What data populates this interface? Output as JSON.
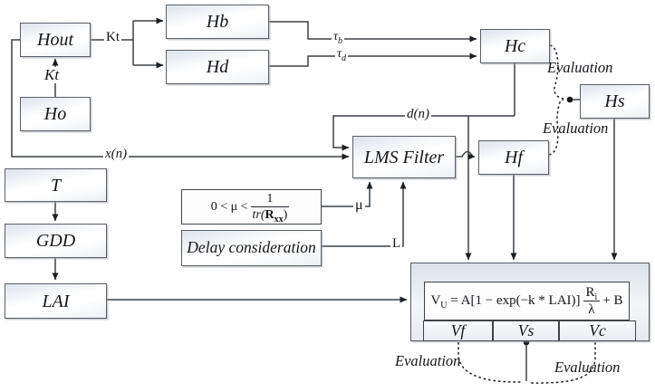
{
  "boxes": {
    "hout": "Hout",
    "ho": "Ho",
    "hb": "Hb",
    "hd": "Hd",
    "hc": "Hc",
    "hs": "Hs",
    "lms_filter": "LMS Filter",
    "hf": "Hf",
    "t": "T",
    "gdd": "GDD",
    "lai": "LAI",
    "delay": "Delay consideration"
  },
  "signal_labels": {
    "kt_feedback": "Kt",
    "kt_gain": "Kt",
    "tau_b_base": "τ",
    "tau_b_sub": "b",
    "tau_d_base": "τ",
    "tau_d_sub": "d",
    "desired": "d(n)",
    "input": "x(n)",
    "mu": "μ",
    "delay_length": "L"
  },
  "evaluation": {
    "top": "Evaluation",
    "middle": "Evaluation",
    "bottom_left": "Evaluation",
    "bottom_right": "Evaluation"
  },
  "mu_formula": {
    "lhs": "0 < μ <",
    "numerator": "1",
    "den_pre": "tr(",
    "den_r": "R",
    "den_sub": "xx",
    "den_post": ")"
  },
  "v_formula": {
    "v": "V",
    "v_sub": "U",
    "eq": "= A[1 − exp(−k * LAI)]",
    "num_r": "R",
    "num_sub": "i",
    "den": "λ",
    "tail": "+ B"
  },
  "outputs": {
    "vf": "Vf",
    "vs": "Vs",
    "vc": "Vc"
  }
}
